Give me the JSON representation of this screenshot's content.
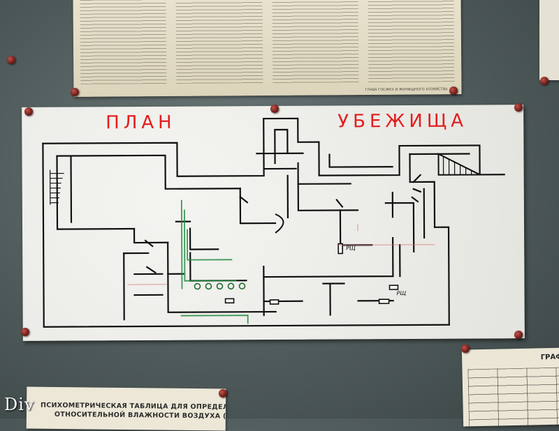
{
  "plan": {
    "title_left": "ПЛАН",
    "title_right": "УБЕЖИЩА",
    "label_rshch_1": "РЩ",
    "label_rshch_2": "РЩ"
  },
  "posters": {
    "bottom_left_line1": "ПСИХОМЕТРИЧЕСКАЯ ТАБЛИЦА ДЛЯ ОПРЕДЕЛЕНИЯ",
    "bottom_left_line2": "ОТНОСИТЕЛЬНОЙ ВЛАЖНОСТИ ВОЗДУХА (В %)",
    "bottom_right_title": "ГРАФ",
    "top_signature": "ГЛАВА ГОСЖКХ И ЖИЛИЩНОГО ХОЗЯЙСТВА"
  },
  "watermark": "Div",
  "colors": {
    "title_red": "#e21d1d",
    "wall_black": "#111111",
    "pipe_green": "#1e8a3c",
    "pin_red": "#8a2a22"
  }
}
